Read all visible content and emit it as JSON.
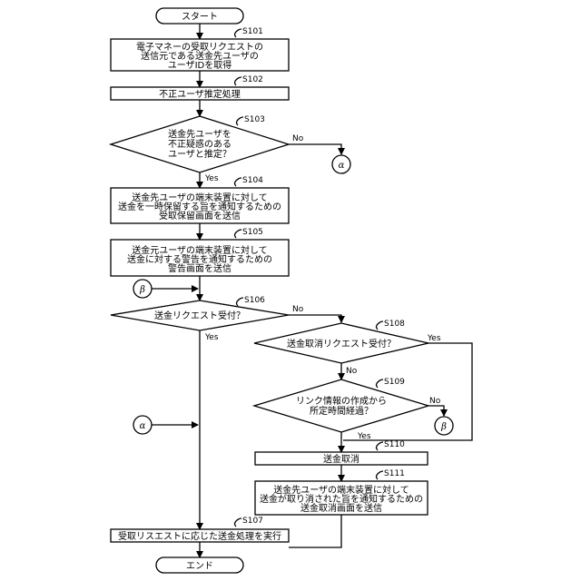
{
  "start": "スタート",
  "end": "エンド",
  "steps": {
    "s101": {
      "id": "S101",
      "lines": [
        "電子マネーの受取リクエストの",
        "送信元である送金先ユーザの",
        "ユーザIDを取得"
      ]
    },
    "s102": {
      "id": "S102",
      "lines": [
        "不正ユーザ推定処理"
      ]
    },
    "s103": {
      "id": "S103",
      "lines": [
        "送金先ユーザを",
        "不正疑惑のある",
        "ユーザと推定？"
      ]
    },
    "s104": {
      "id": "S104",
      "lines": [
        "送金先ユーザの端末装置に対して",
        "送金を一時保留する旨を通知するための",
        "受取保留画面を送信"
      ]
    },
    "s105": {
      "id": "S105",
      "lines": [
        "送金元ユーザの端末装置に対して",
        "送金に対する警告を通知するための",
        "警告画面を送信"
      ]
    },
    "s106": {
      "id": "S106",
      "lines": [
        "送金リクエスト受付？"
      ]
    },
    "s107": {
      "id": "S107",
      "lines": [
        "受取リスエストに応じた送金処理を実行"
      ]
    },
    "s108": {
      "id": "S108",
      "lines": [
        "送金取消リクエスト受付？"
      ]
    },
    "s109": {
      "id": "S109",
      "lines": [
        "リンク情報の作成から",
        "所定時間経過？"
      ]
    },
    "s110": {
      "id": "S110",
      "lines": [
        "送金取消"
      ]
    },
    "s111": {
      "id": "S111",
      "lines": [
        "送金先ユーザの端末装置に対して",
        "送金が取り消された旨を通知するための",
        "送金取消画面を送信"
      ]
    }
  },
  "branch_labels": {
    "yes": "Yes",
    "no": "No"
  },
  "connectors": {
    "alpha": "α",
    "beta": "β"
  }
}
